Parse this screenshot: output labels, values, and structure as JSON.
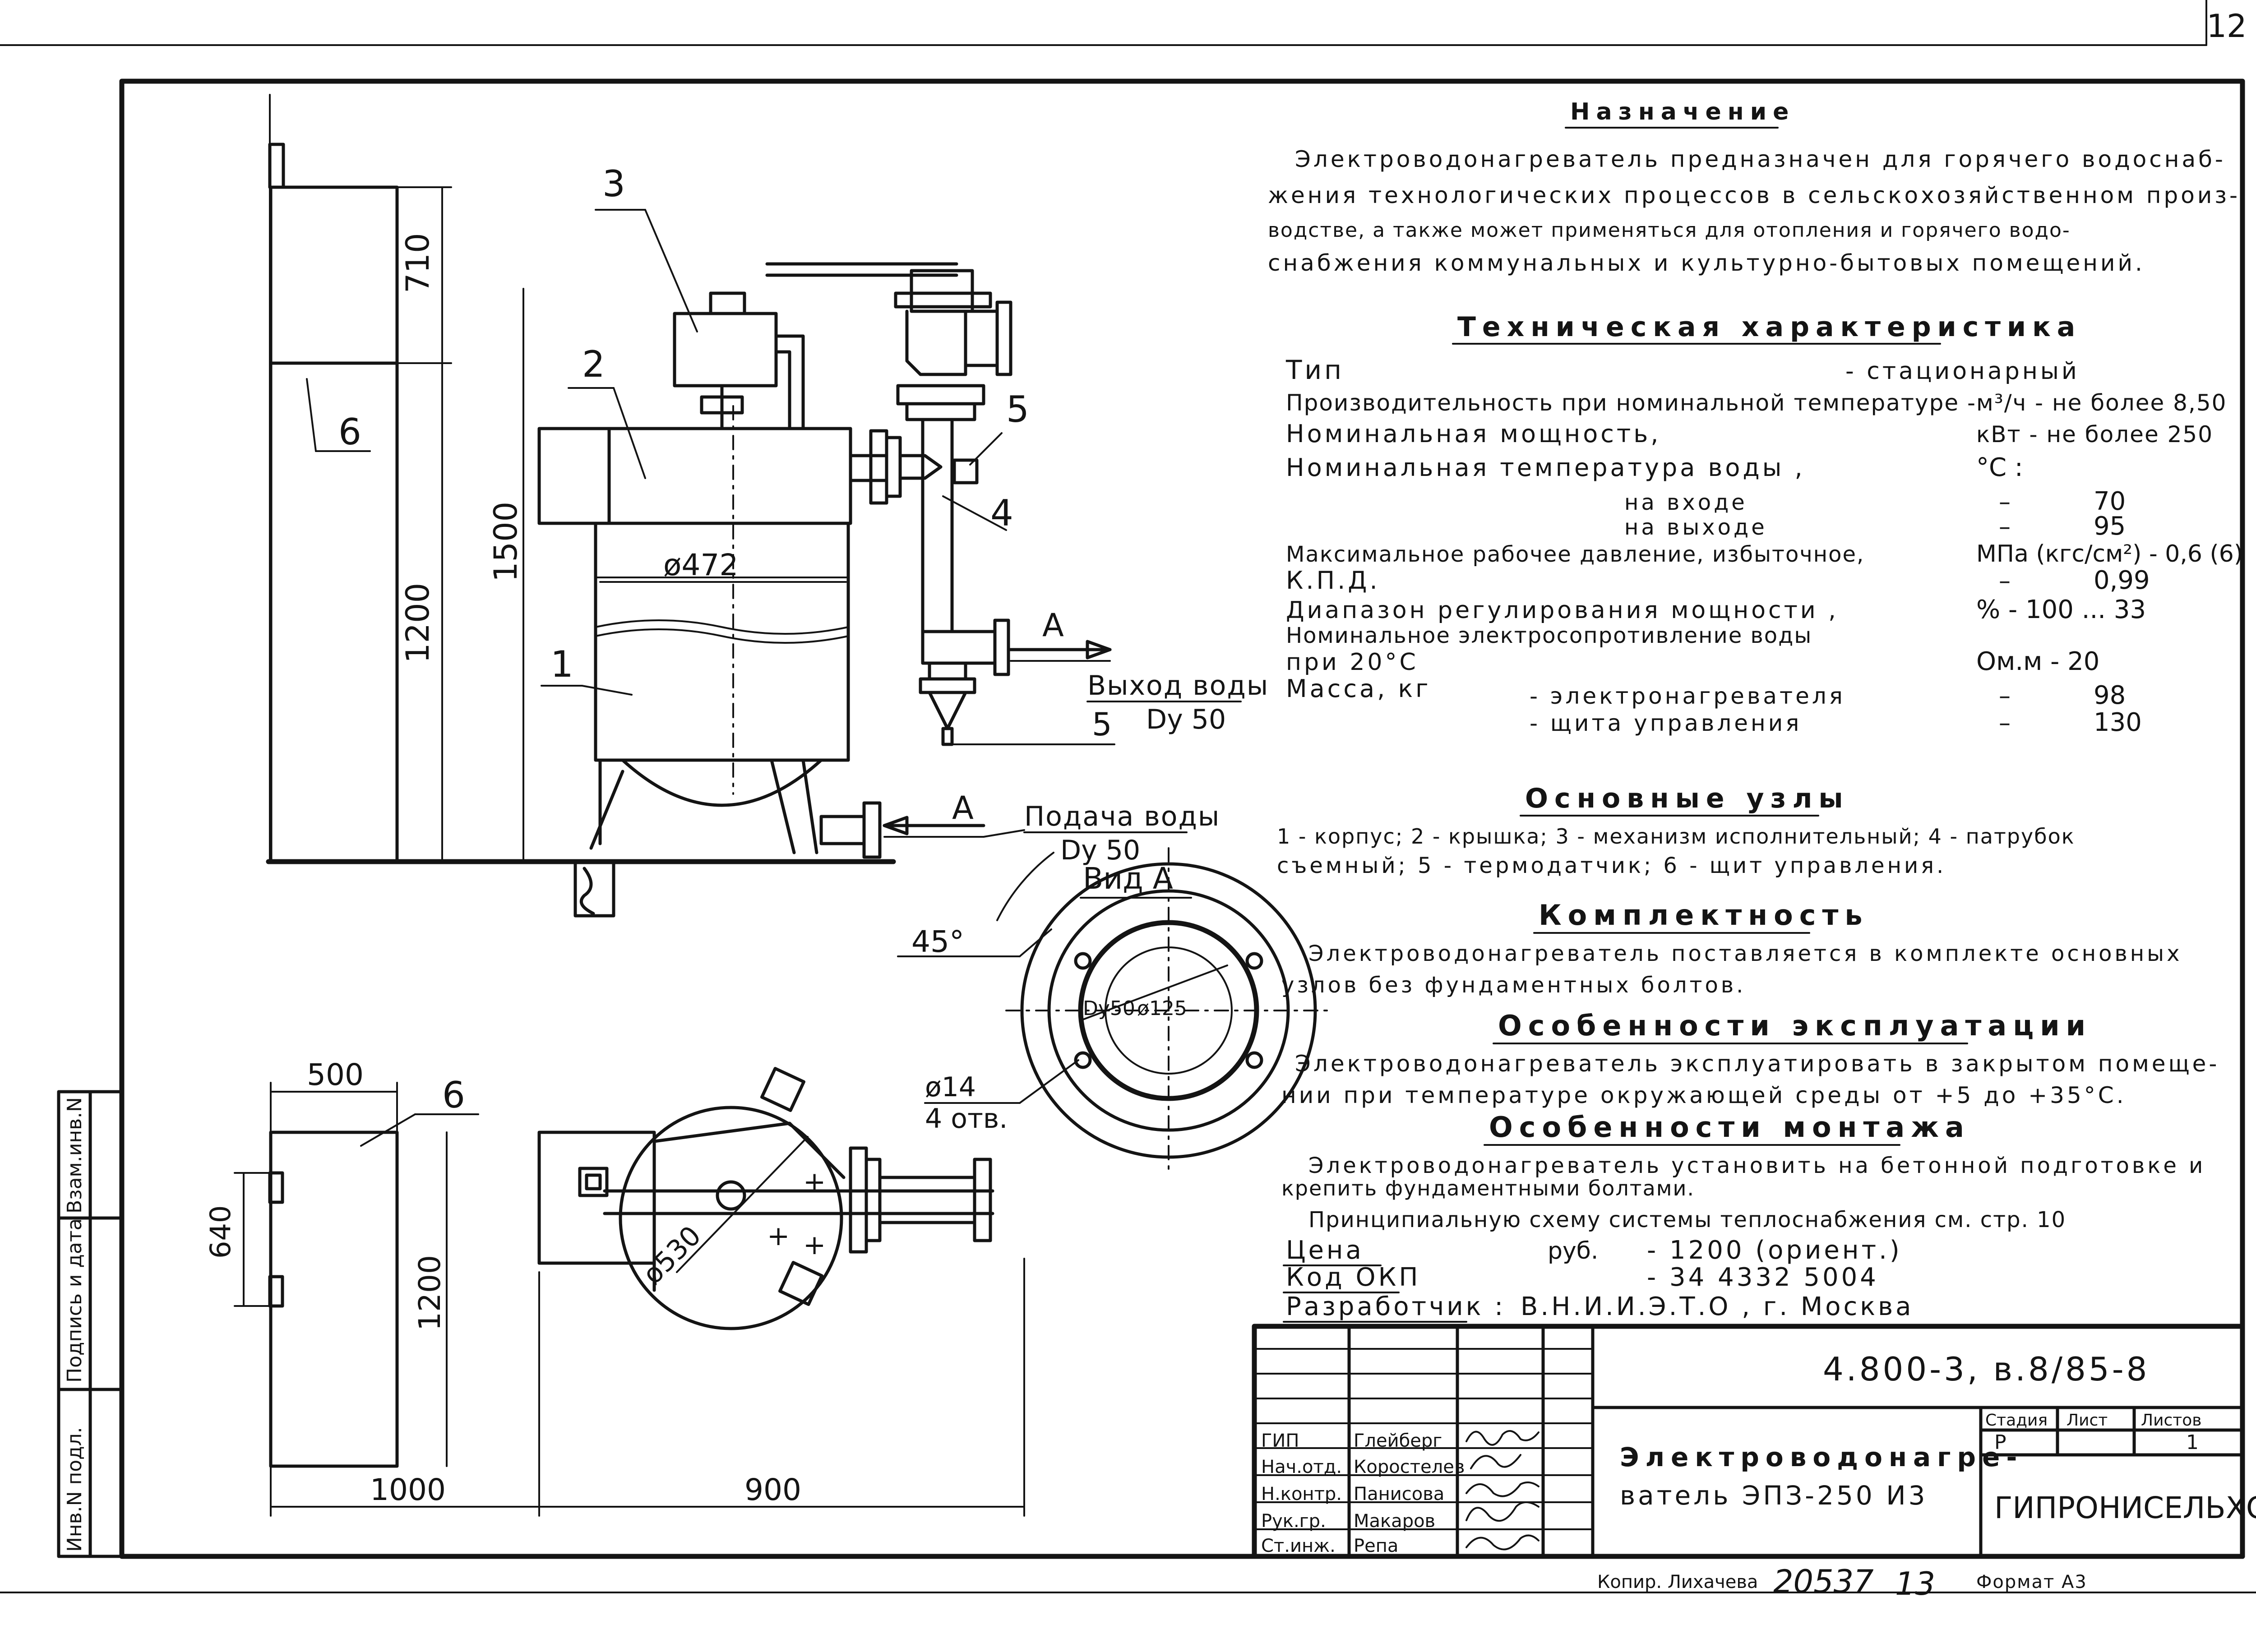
{
  "page_number": "12",
  "sections": {
    "purpose": {
      "title": "Назначение",
      "lines": [
        "Электроводонагреватель предназначен для горячего водоснаб-",
        "жения технологических процессов в сельскохозяйственном произ-",
        "водстве, а также может применяться для отопления и горячего водо-",
        "снабжения коммунальных и культурно-бытовых помещений."
      ]
    },
    "specs": {
      "title": "Техническая характеристика",
      "type_label": "Тип",
      "type_value": "- стационарный",
      "productivity_label": "Производительность при номинальной температуре -",
      "productivity_value": "м³/ч - не более 8,50",
      "power_label": "Номинальная мощность,",
      "power_value": "кВт - не более 250",
      "temp_label": "Номинальная температура воды ,",
      "temp_unit": "°С :",
      "inlet_label": "на входе",
      "inlet_dash": "–",
      "inlet_value": "70",
      "outlet_label": "на выходе",
      "outlet_dash": "–",
      "outlet_value": "95",
      "pressure_label": "Максимальное рабочее давление, избыточное,",
      "pressure_value": "МПа (кгс/см²) - 0,6 (6)",
      "efficiency_label": "К.П.Д.",
      "efficiency_dash": "–",
      "efficiency_value": "0,99",
      "range_label": "Диапазон регулирования мощности ,",
      "range_value": "% -   100 ... 33",
      "resistance_label_1": "Номинальное электросопротивление воды",
      "resistance_label_2": "при 20°С",
      "resistance_value": "Ом.м  -  20",
      "mass_label": "Масса, кг",
      "mass_heater_label": "- электронагревателя",
      "mass_heater_dash": "–",
      "mass_heater_value": "98",
      "mass_panel_label": "- щита управления",
      "mass_panel_dash": "–",
      "mass_panel_value": "130"
    },
    "units": {
      "title": "Основные узлы",
      "line1": "1 - корпус; 2 - крышка; 3 - механизм исполнительный; 4 - патрубок",
      "line2": "съемный; 5 - термодатчик; 6 - щит управления."
    },
    "complete": {
      "title": "Комплектность",
      "line1": "Электроводонагреватель поставляется в комплекте основных",
      "line2": "узлов без фундаментных болтов."
    },
    "operation": {
      "title": "Особенности эксплуатации",
      "line1": "Электроводонагреватель эксплуатировать в закрытом помеще-",
      "line2": "нии при температуре окружающей среды от +5 до +35°С."
    },
    "install": {
      "title": "Особенности монтажа",
      "line1": "Электроводонагреватель установить на бетонной подготовке и",
      "line2": "крепить фундаментными болтами.",
      "line3": "Принципиальную схему системы теплоснабжения см. стр. 10"
    },
    "price": {
      "price_label": "Цена",
      "price_unit": "руб.",
      "price_value": "- 1200 (ориент.)",
      "okp_label": "Код ОКП",
      "okp_value": "- 34 4332 5004",
      "dev_label": "Разработчик :",
      "dev_value": "В.Н.И.И.Э.Т.О , г. Москва"
    }
  },
  "drawing_labels": {
    "dim_710": "710",
    "dim_1200_left": "1200",
    "dim_1500": "1500",
    "label_6_top": "6",
    "label_3": "3",
    "label_2": "2",
    "label_1": "1",
    "label_4": "4",
    "label_5_top": "5",
    "label_5_bottom": "5",
    "dia_472": "ø472",
    "arrow_a_top": "A",
    "arrow_a_bottom": "A",
    "water_out": "Выход воды",
    "water_out_du": "Dу 50",
    "water_in": "Подача воды",
    "water_in_du": "Dу 50",
    "view_a": "Вид А",
    "angle_45": "45°",
    "dia_50": "Dу50",
    "dia_125": "ø125",
    "dia_14": "ø14",
    "holes_4": "4 отв.",
    "dim_500": "500",
    "label_6_bottom": "6",
    "dim_640": "640",
    "dim_1200_bottom": "1200",
    "dia_530": "ø530",
    "dim_1000": "1000",
    "dim_900": "900"
  },
  "side_stamp": {
    "col1": "Инв.N подл.",
    "col2": "Подпись и дата",
    "col3": "Взам.инв.N"
  },
  "title_block": {
    "doc_code": "4.800-3, в.8/85-8",
    "name_line1": "Электроводонагре-",
    "name_line2": "ватель  ЭПЗ-250 И3",
    "stage_label": "Стадия",
    "stage_value": "Р",
    "sheet_label": "Лист",
    "sheets_label": "Листов",
    "sheets_value": "1",
    "org": "ГИПРОНИСЕЛЬХОЗ",
    "roles": [
      {
        "role": "ГИП",
        "name": "Глейберг"
      },
      {
        "role": "Нач.отд.",
        "name": "Коростелев"
      },
      {
        "role": "Н.контр.",
        "name": "Панисова"
      },
      {
        "role": "Рук.гр.",
        "name": "Макаров"
      },
      {
        "role": "Ст.инж.",
        "name": "Репа"
      }
    ]
  },
  "footer": {
    "copier": "Копир. Лихачева",
    "number": "20537",
    "sheet_num": "13",
    "format": "Формат А3"
  }
}
